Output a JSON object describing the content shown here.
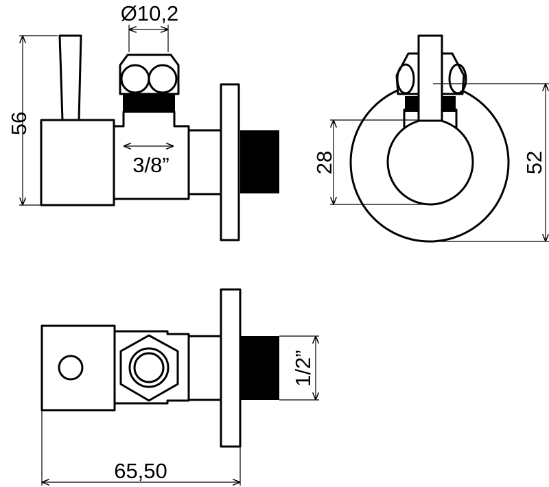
{
  "colors": {
    "line": "#000000",
    "background": "#ffffff"
  },
  "dimensions": {
    "front_height": "56",
    "nut_diameter": "Ø10,2",
    "outlet_thread": "3/8”",
    "side_inner": "28",
    "side_outer": "52",
    "inlet_thread": "1/2”",
    "total_length": "65,50"
  }
}
